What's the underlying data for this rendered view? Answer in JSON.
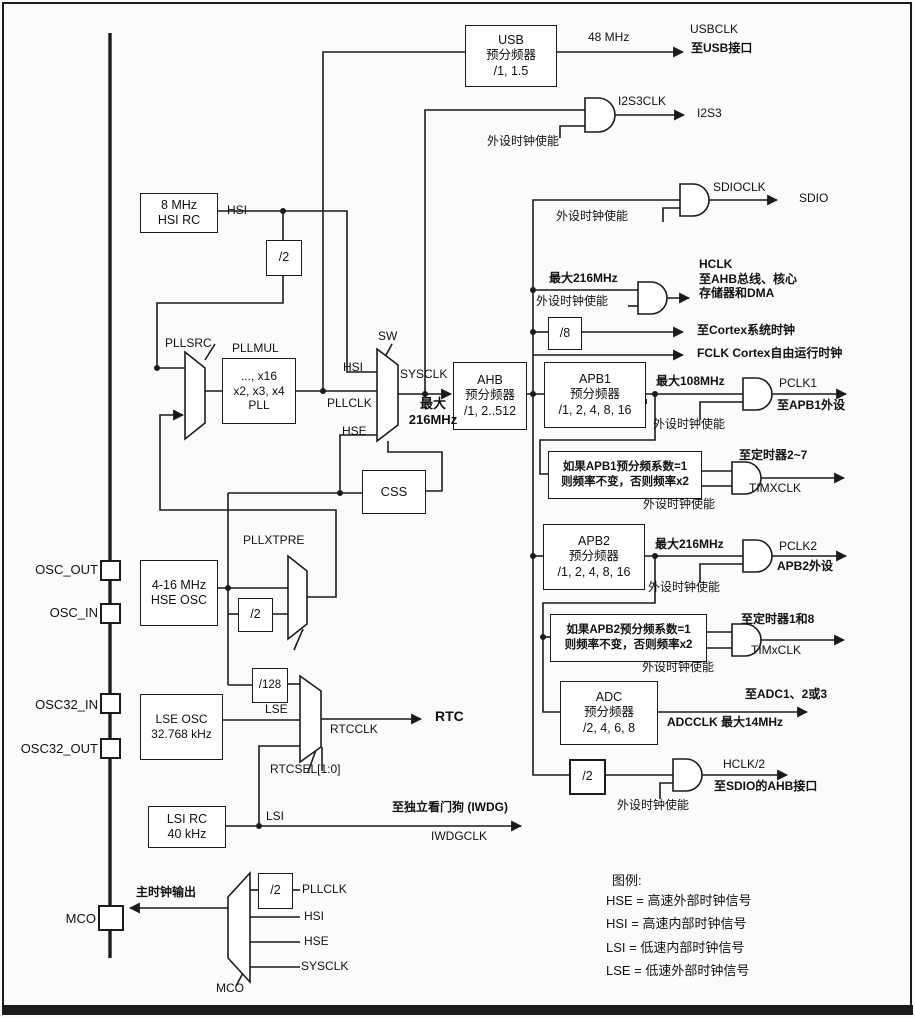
{
  "boxes": {
    "usb_prescaler": "USB\n预分频器\n/1, 1.5",
    "hsi_rc": "8 MHz\nHSI RC",
    "div2_hsi": "/2",
    "pll": "..., x16\nx2, x3, x4\nPLL",
    "ahb_prescaler": "AHB\n预分频器\n/1, 2..512",
    "css": "CSS",
    "apb1_prescaler": "APB1\n预分频器\n/1, 2, 4, 8, 16",
    "apb1_note": "如果APB1预分频系数=1\n则频率不变，否则频率x2",
    "apb2_prescaler": "APB2\n预分频器\n/1, 2, 4, 8, 16",
    "apb2_note": "如果APB2预分频系数=1\n则频率不变，否则频率x2",
    "adc_prescaler": "ADC\n预分频器\n/2, 4, 6, 8",
    "div8": "/8",
    "div2_sdio": "/2",
    "hse_osc": "4-16 MHz\nHSE OSC",
    "div2_hse": "/2",
    "div128": "/128",
    "lse_osc": "LSE OSC\n32.768 kHz",
    "lsi_rc": "LSI RC\n40 kHz",
    "div2_mco": "/2"
  },
  "pins": {
    "osc_out": "OSC_OUT",
    "osc_in": "OSC_IN",
    "osc32_in": "OSC32_IN",
    "osc32_out": "OSC32_OUT",
    "mco": "MCO"
  },
  "labels": {
    "en": "外设时钟使能",
    "mhz48": "48 MHz",
    "usbclk": "USBCLK",
    "to_usb": "至USB接口",
    "i2s3clk": "I2S3CLK",
    "i2s3": "I2S3",
    "sdioclk": "SDIOCLK",
    "sdio": "SDIO",
    "hsi_tap": "HSI",
    "max216_hclk": "最大216MHz",
    "hclk_block": "HCLK\n至AHB总线、核心\n存储器和DMA",
    "to_cortex": "至Cortex系统时钟",
    "fclk": "FCLK Cortex自由运行时钟",
    "pllsrc": "PLLSRC",
    "pllmul": "PLLMUL",
    "sw": "SW",
    "sw_hsi": "HSI",
    "sw_pllclk": "PLLCLK",
    "sw_hse": "HSE",
    "sysclk": "SYSCLK",
    "sysclk_max": "最大\n216MHz",
    "max108": "最大108MHz",
    "pclk1": "PCLK1",
    "to_apb1": "至APB1外设",
    "to_tim27": "至定时器2~7",
    "timxclk_u": "TIMXCLK",
    "max216_apb2": "最大216MHz",
    "pclk2": "PCLK2",
    "apb2_periph": "APB2外设",
    "to_tim18": "至定时器1和8",
    "timxclk_l": "TIMxCLK",
    "to_adc": "至ADC1、2或3",
    "adcclk": "ADCCLK 最大14MHz",
    "hclk_div2": "HCLK/2",
    "to_sdio_ahb": "至SDIO的AHB接口",
    "pllxtpre": "PLLXTPRE",
    "lse": "LSE",
    "rtcclk": "RTCCLK",
    "rtc": "RTC",
    "rtcsel": "RTCSEL[1:0]",
    "lsi": "LSI",
    "to_iwdg": "至独立看门狗 (IWDG)",
    "iwdgclk": "IWDGCLK",
    "mco_out": "主时钟输出",
    "mco_pllclk": "PLLCLK",
    "mco_hsi": "HSI",
    "mco_hse": "HSE",
    "mco_sysclk": "SYSCLK",
    "mco_mux": "MCO"
  },
  "legend": {
    "title": "图例:",
    "items": [
      "HSE = 高速外部时钟信号",
      "HSI = 高速内部时钟信号",
      "LSI = 低速内部时钟信号",
      "LSE = 低速外部时钟信号"
    ]
  }
}
